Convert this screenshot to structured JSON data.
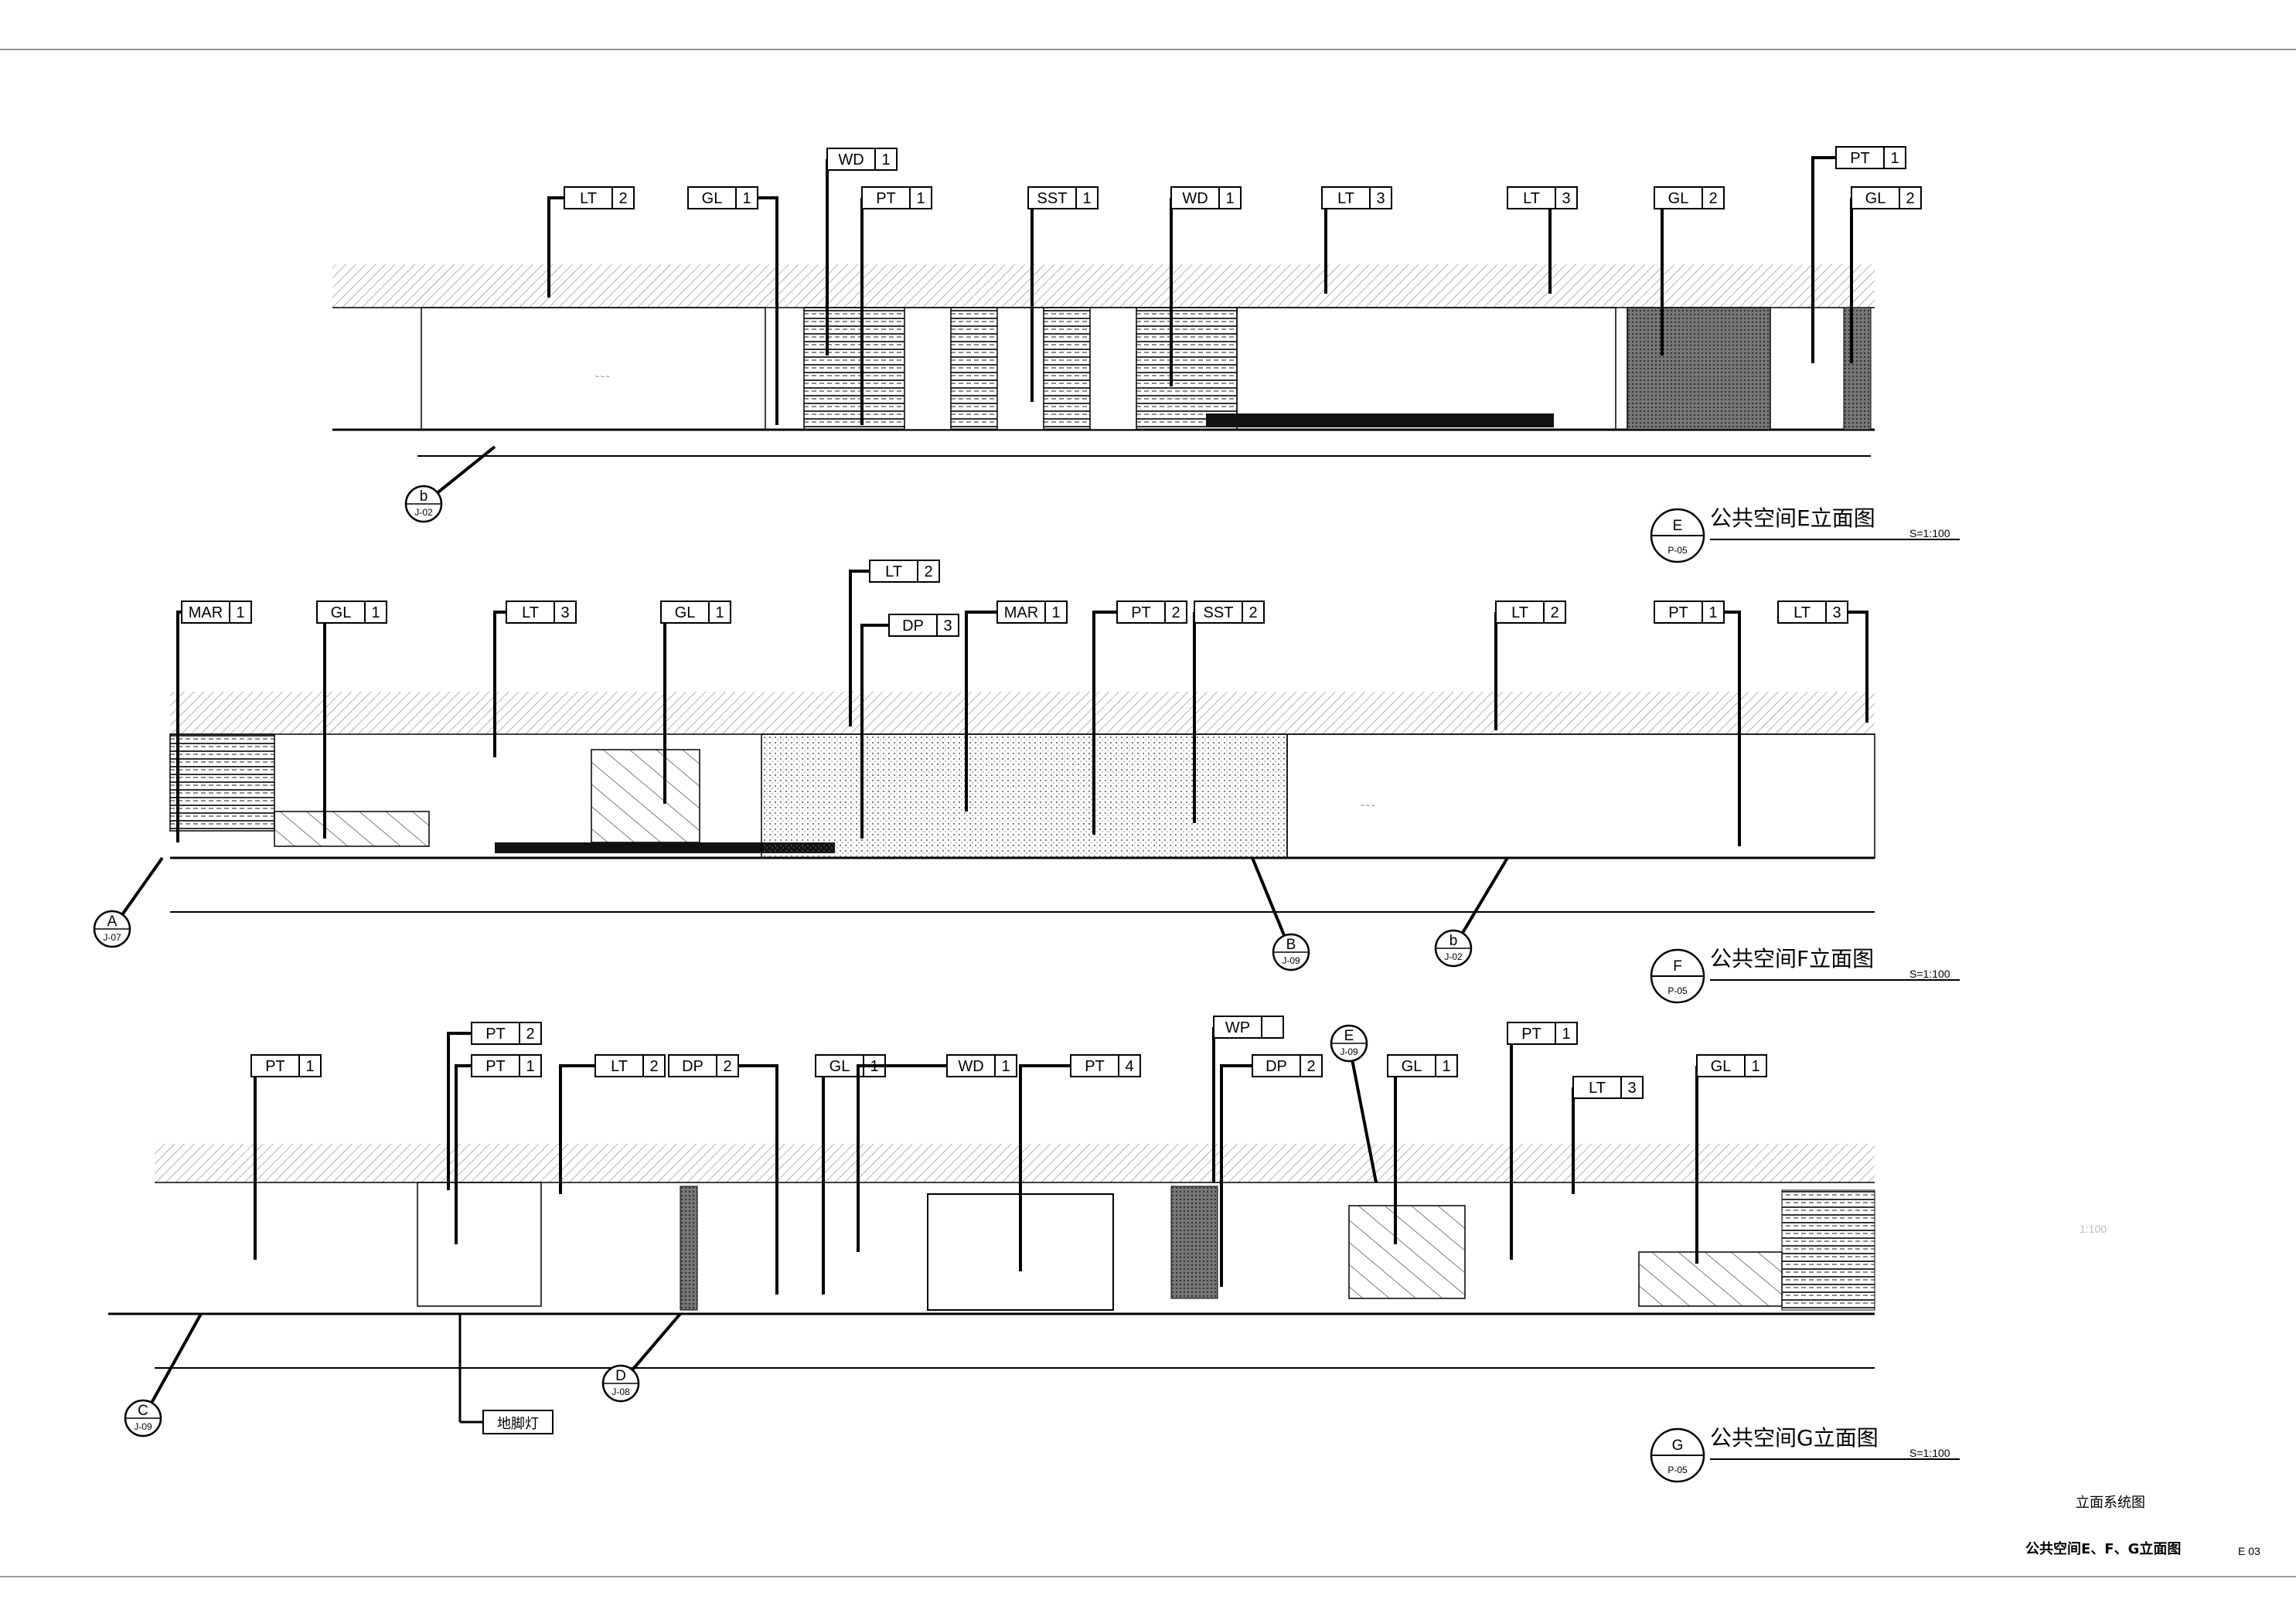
{
  "colors": {
    "line": "#000000",
    "hatch": "#7a7a7a",
    "light": "#bfbfbf",
    "faint": "#cfcfcf"
  },
  "elevations": [
    {
      "id": "E",
      "title": "公共空间E立面图",
      "scale": "S=1:100",
      "section_ref": {
        "letter": "E",
        "sheet": "P-05"
      },
      "tags": [
        {
          "code": "LT",
          "num": "2"
        },
        {
          "code": "GL",
          "num": "1"
        },
        {
          "code": "WD",
          "num": "1"
        },
        {
          "code": "PT",
          "num": "1"
        },
        {
          "code": "SST",
          "num": "1"
        },
        {
          "code": "WD",
          "num": "1"
        },
        {
          "code": "LT",
          "num": "3"
        },
        {
          "code": "LT",
          "num": "3"
        },
        {
          "code": "GL",
          "num": "2"
        },
        {
          "code": "PT",
          "num": "1"
        },
        {
          "code": "GL",
          "num": "2"
        }
      ],
      "bubbles": [
        {
          "letter": "b",
          "sheet": "J-02"
        }
      ],
      "labels": []
    },
    {
      "id": "F",
      "title": "公共空间F立面图",
      "scale": "S=1:100",
      "section_ref": {
        "letter": "F",
        "sheet": "P-05"
      },
      "tags": [
        {
          "code": "MAR",
          "num": "1"
        },
        {
          "code": "GL",
          "num": "1"
        },
        {
          "code": "LT",
          "num": "3"
        },
        {
          "code": "GL",
          "num": "1"
        },
        {
          "code": "LT",
          "num": "2"
        },
        {
          "code": "DP",
          "num": "3"
        },
        {
          "code": "MAR",
          "num": "1"
        },
        {
          "code": "PT",
          "num": "2"
        },
        {
          "code": "SST",
          "num": "2"
        },
        {
          "code": "LT",
          "num": "2"
        },
        {
          "code": "PT",
          "num": "1"
        },
        {
          "code": "LT",
          "num": "3"
        }
      ],
      "bubbles": [
        {
          "letter": "A",
          "sheet": "J-07"
        },
        {
          "letter": "B",
          "sheet": "J-09"
        },
        {
          "letter": "b",
          "sheet": "J-02"
        }
      ],
      "labels": []
    },
    {
      "id": "G",
      "title": "公共空间G立面图",
      "scale": "S=1:100",
      "section_ref": {
        "letter": "G",
        "sheet": "P-05"
      },
      "tags": [
        {
          "code": "PT",
          "num": "1"
        },
        {
          "code": "PT",
          "num": "2"
        },
        {
          "code": "PT",
          "num": "1"
        },
        {
          "code": "LT",
          "num": "2"
        },
        {
          "code": "DP",
          "num": "2"
        },
        {
          "code": "GL",
          "num": "1"
        },
        {
          "code": "WD",
          "num": "1"
        },
        {
          "code": "PT",
          "num": "4"
        },
        {
          "code": "WP",
          "num": ""
        },
        {
          "code": "DP",
          "num": "2"
        },
        {
          "code": "GL",
          "num": "1"
        },
        {
          "code": "PT",
          "num": "1"
        },
        {
          "code": "LT",
          "num": "3"
        },
        {
          "code": "GL",
          "num": "1"
        }
      ],
      "bubbles": [
        {
          "letter": "C",
          "sheet": "J-09"
        },
        {
          "letter": "D",
          "sheet": "J-08"
        },
        {
          "letter": "E",
          "sheet": "J-09"
        }
      ],
      "labels": [
        {
          "text": "地脚灯"
        }
      ]
    }
  ],
  "side_note": "1:100",
  "system_label": "立面系统图",
  "drawing_title": "公共空间E、F、G立面图",
  "drawing_number": "E 03"
}
